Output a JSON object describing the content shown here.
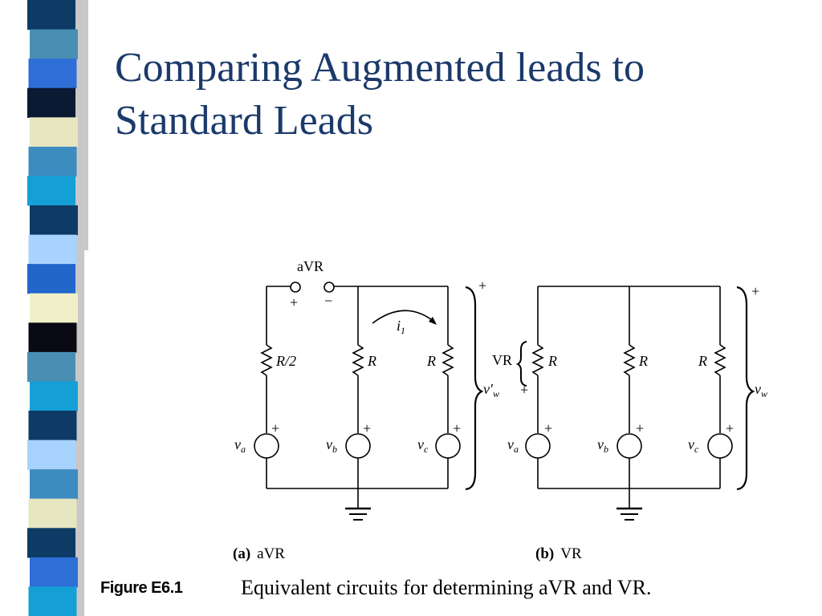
{
  "slide": {
    "title_line1": "Comparing Augmented leads to",
    "title_line2": "Standard Leads",
    "title_color": "#1b3a6b"
  },
  "figure": {
    "circuit_a": {
      "terminal_label": "aVR",
      "terminal_plus": "+",
      "terminal_minus": "−",
      "current_label": "i",
      "current_subscript": "1",
      "resistor_a": "R/2",
      "resistor_b": "R",
      "resistor_c": "R",
      "source_a": "v",
      "source_a_sub": "a",
      "source_b": "v",
      "source_b_sub": "b",
      "source_c": "v",
      "source_c_sub": "c",
      "source_plus": "+",
      "output_label": "v′",
      "output_sub": "w",
      "output_plus": "+",
      "subcaption_letter": "(a)",
      "subcaption_text": "aVR"
    },
    "circuit_b": {
      "vr_label": "VR",
      "vr_plus": "+",
      "resistor_a": "R",
      "resistor_b": "R",
      "resistor_c": "R",
      "source_a": "v",
      "source_a_sub": "a",
      "source_b": "v",
      "source_b_sub": "b",
      "source_c": "v",
      "source_c_sub": "c",
      "source_plus": "+",
      "output_label": "v",
      "output_sub": "w",
      "output_plus": "+",
      "subcaption_letter": "(b)",
      "subcaption_text": "VR"
    },
    "caption_label": "Figure E6.1",
    "caption_text": "Equivalent circuits for determining aVR and VR."
  },
  "colors": {
    "stripe": [
      "#0e3a66",
      "#4a8fb3",
      "#2d6fd6",
      "#0a1a33",
      "#e6e6c0",
      "#3d8cc0",
      "#14a0d6",
      "#0e3a66",
      "#a9d3ff",
      "#2266cc",
      "#f0f0c8",
      "#0a0a14",
      "#4a8fb3",
      "#14a0d6",
      "#0e3a66",
      "#a9d3ff",
      "#3d8cc0",
      "#e6e6c0",
      "#0e3a66",
      "#2d6fd6",
      "#14a0d6"
    ]
  }
}
